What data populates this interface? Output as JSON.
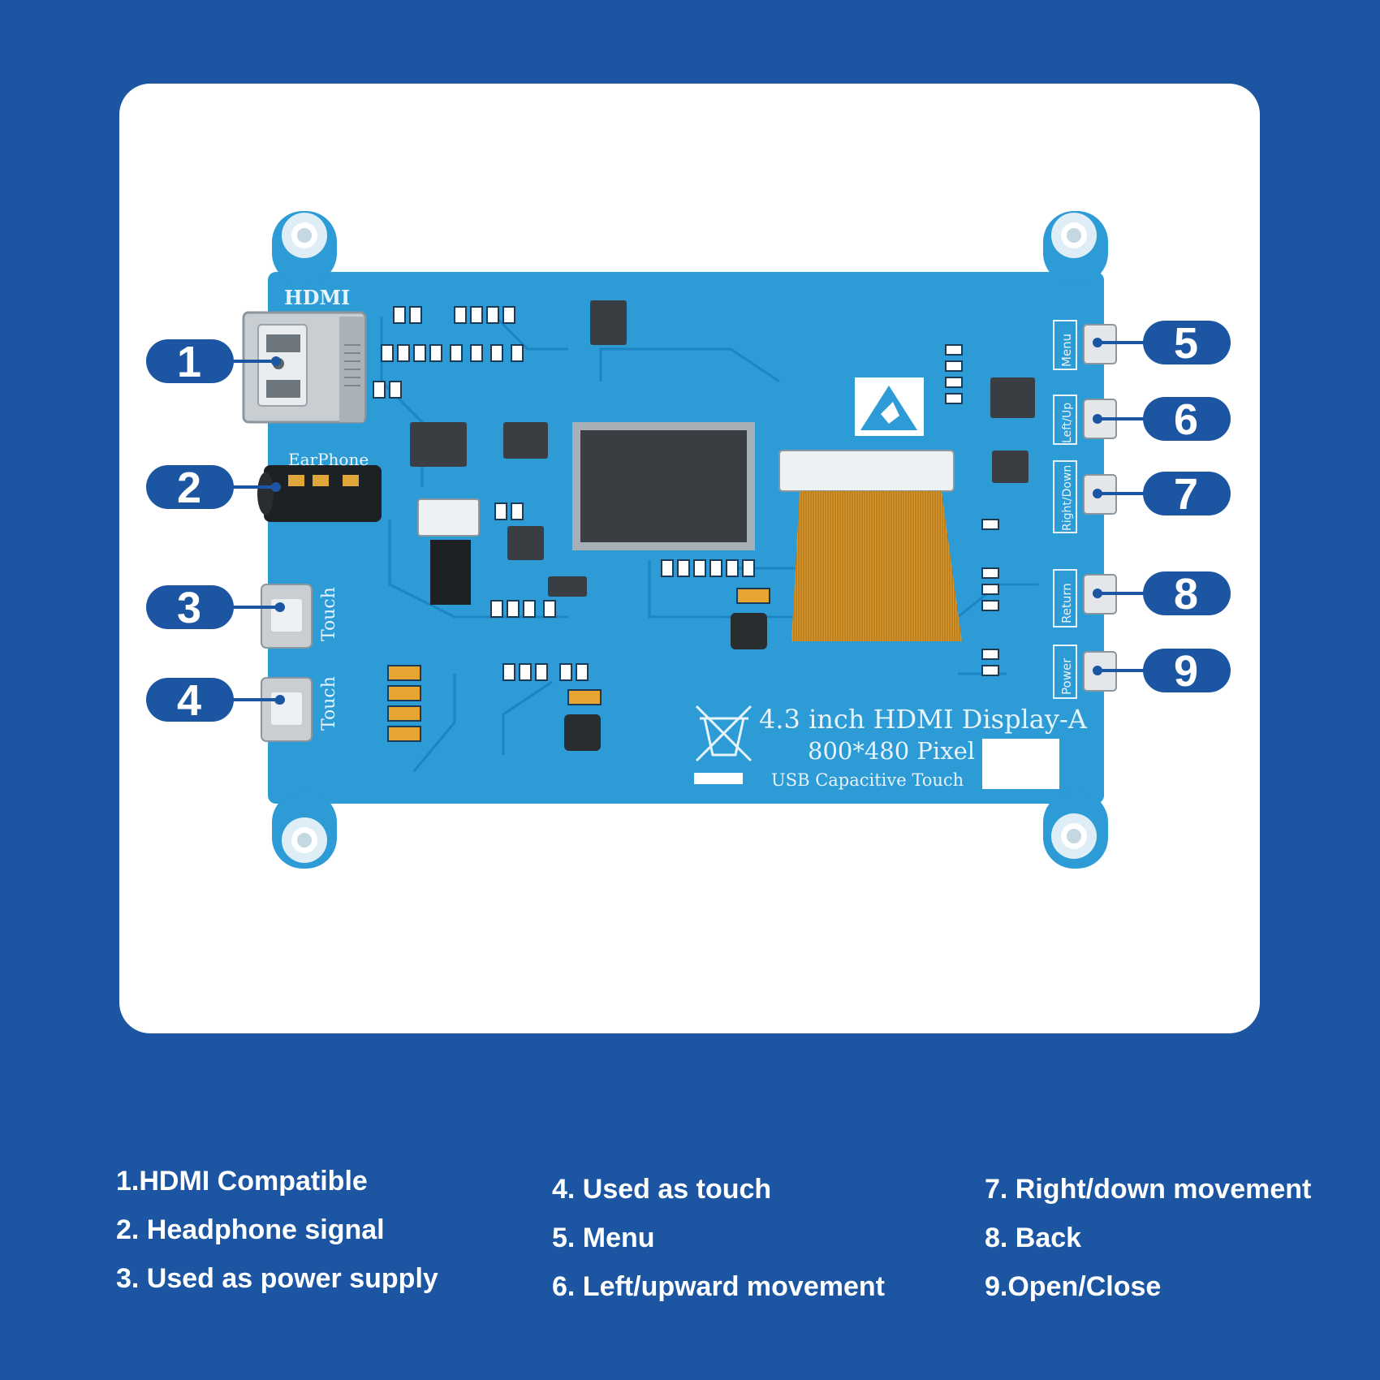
{
  "board": {
    "title": "4.3 inch HDMI Display-A",
    "resolution": "800*480 Pixel",
    "touch_label": "USB Capacitive Touch",
    "hdmi_label": "HDMI",
    "earphone_label": "EarPhone",
    "touch_port_label": "Touch",
    "buttons": [
      "Menu",
      "Left/Up",
      "Right/Down",
      "Return",
      "Power"
    ]
  },
  "callouts": [
    "1",
    "2",
    "3",
    "4",
    "5",
    "6",
    "7",
    "8",
    "9"
  ],
  "legend": {
    "col1": [
      "1.HDMI Compatible",
      "2. Headphone signal",
      "3. Used as power supply"
    ],
    "col2": [
      "4. Used as touch",
      "5. Menu",
      "6. Left/upward movement"
    ],
    "col3": [
      "7. Right/down movement",
      "8. Back",
      "9.Open/Close"
    ]
  },
  "colors": {
    "background": "#1c56a3",
    "card": "#ffffff",
    "pcb": "#2c9bd6",
    "callout": "#1c56a3",
    "chip": "#3a3d42",
    "ribbon": "#e0a02a"
  }
}
